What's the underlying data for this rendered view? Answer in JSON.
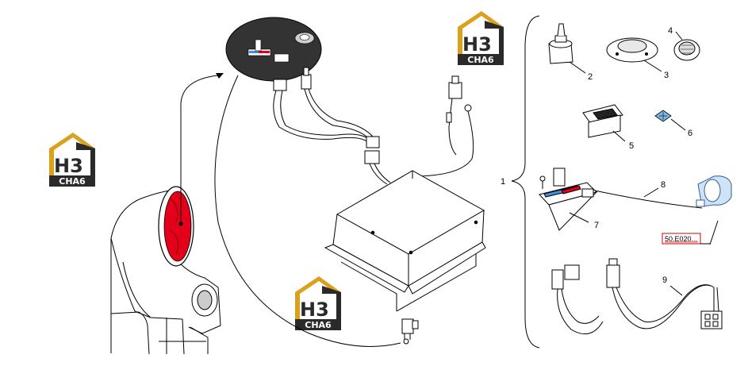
{
  "watermark": {
    "letters": "H3",
    "subtext": "CHA6",
    "gold": "#d9a11c",
    "dark": "#2a2a2a"
  },
  "callouts": [
    "1",
    "2",
    "3",
    "4",
    "5",
    "6",
    "7",
    "8",
    "9"
  ],
  "reference_link": "50.E020...",
  "colors": {
    "lamp_red": "#e4001b",
    "panel_dark": "#333333",
    "accent_blue": "#3f8fe0",
    "link_red": "#d00000"
  }
}
